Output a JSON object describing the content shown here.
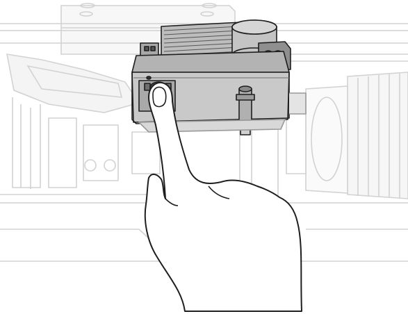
{
  "figure": {
    "kind": "line-art instruction illustration",
    "colors": {
      "background": "#ffffff",
      "ghost_line": "#d2d2d2",
      "ghost_fill": "#f7f7f7",
      "module_fill": "#c9c9c9",
      "module_dark": "#6f6f6f",
      "heatsink_fill": "#bdbdbd",
      "outline": "#1e1e1e",
      "hand_fill": "#ffffff"
    },
    "icons": [
      "control-module",
      "power-button",
      "pointing-hand",
      "rail-machine-background"
    ]
  }
}
